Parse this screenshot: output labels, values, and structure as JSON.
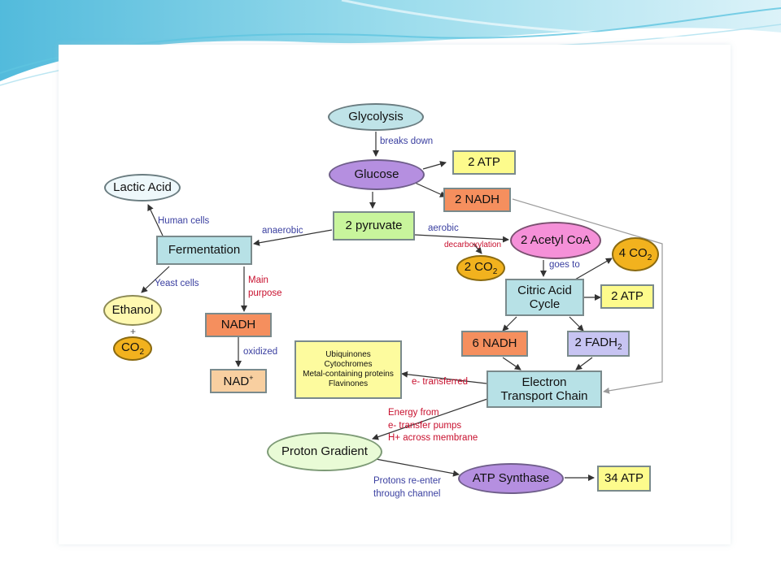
{
  "nodes": {
    "glycolysis": "Glycolysis",
    "glucose": "Glucose",
    "atp_2_top": "2 ATP",
    "nadh_2": "2 NADH",
    "pyruvate": "2 pyruvate",
    "lactic_acid": "Lactic Acid",
    "fermentation": "Fermentation",
    "acetyl_coa": "2 Acetyl CoA",
    "co2_2_base": "2 CO",
    "co2_4_base": "4 CO",
    "citric_1": "Citric Acid",
    "citric_2": "Cycle",
    "atp_2_mid": "2 ATP",
    "ethanol": "Ethanol",
    "co2_ethanol_base": "CO",
    "nadh_ferm": "NADH",
    "nad_plus_base": "NAD",
    "nad_plus_sup": "+",
    "nadh_6": "6 NADH",
    "fadh_base": "2 FADH",
    "carriers": [
      "Ubiquinones",
      "Cytochromes",
      "Metal-containing proteins",
      "Flavinones"
    ],
    "etc_1": "Electron",
    "etc_2": "Transport Chain",
    "proton_gradient": "Proton Gradient",
    "atp_synthase": "ATP Synthase",
    "atp_34": "34 ATP",
    "subscript_2": "2"
  },
  "labels": {
    "breaks_down": "breaks down",
    "anaerobic": "anaerobic",
    "aerobic": "aerobic",
    "decarboxylation": "decarboxylation",
    "human_cells": "Human cells",
    "yeast_cells": "Yeast cells",
    "main_1": "Main",
    "main_2": "purpose",
    "plus": "+",
    "oxidized": "oxidized",
    "goes_to": "goes to",
    "e_transferred": "e- transferred",
    "energy_1": "Energy from",
    "energy_2": "e- transfer pumps",
    "energy_3": "H+ across membrane",
    "protons_1": "Protons re-enter",
    "protons_2": "through channel"
  },
  "colors": {
    "label_blue": "#3a3fa0",
    "label_red": "#c8102e",
    "background_wave": "#5ec4e0"
  }
}
